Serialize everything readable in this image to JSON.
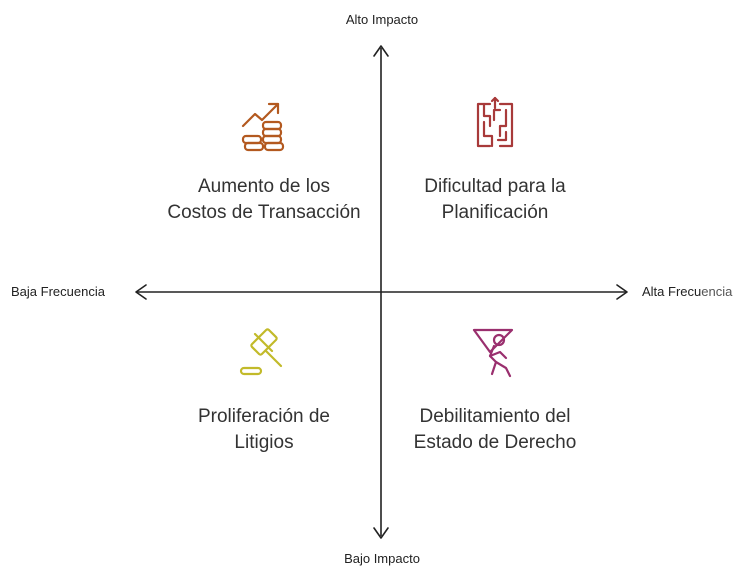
{
  "axes": {
    "top": "Alto Impacto",
    "bottom": "Bajo Impacto",
    "left": "Baja Frecuencia",
    "right_main": "Alta Frecu",
    "right_fade": "encia"
  },
  "quadrants": {
    "top_left": {
      "label": "Aumento de los Costos de Transacción",
      "icon": "growth-coins-icon",
      "color": "#b3591f"
    },
    "top_right": {
      "label": "Dificultad para la Planificación",
      "icon": "maze-icon",
      "color": "#a83a3a"
    },
    "bottom_left": {
      "label": "Proliferación de Litigios",
      "icon": "gavel-icon",
      "color": "#c2ba2a"
    },
    "bottom_right": {
      "label": "Debilitamiento del Estado de Derecho",
      "icon": "falling-person-icon",
      "color": "#9a2f6e"
    }
  }
}
